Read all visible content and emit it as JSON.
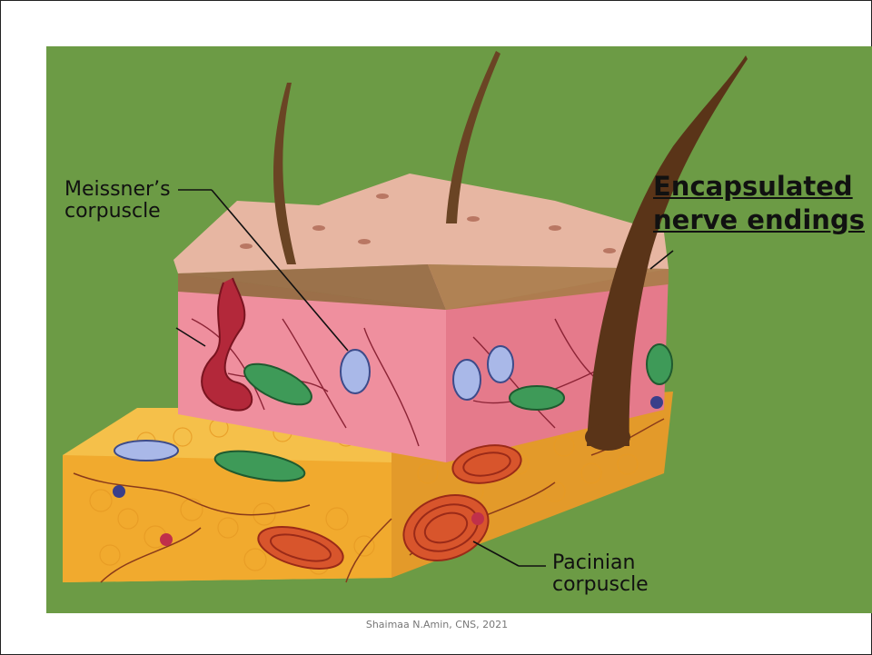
{
  "slide": {
    "heading_line1": "Encapsulated",
    "heading_line2": "nerve endings",
    "footer": "Shaimaa N.Amin, CNS, 2021"
  },
  "diagram": {
    "label_meissner_line1": "Meissner’s",
    "label_meissner_line2": "corpuscle",
    "label_pacinian_line1": "Pacinian",
    "label_pacinian_line2": "corpuscle"
  },
  "colors": {
    "background_green": "#6c9b45",
    "epidermis": "#e7b6a2",
    "dermis": "#ef8f9e",
    "hypodermis": "#f2b93a",
    "hair": "#6a4424"
  }
}
